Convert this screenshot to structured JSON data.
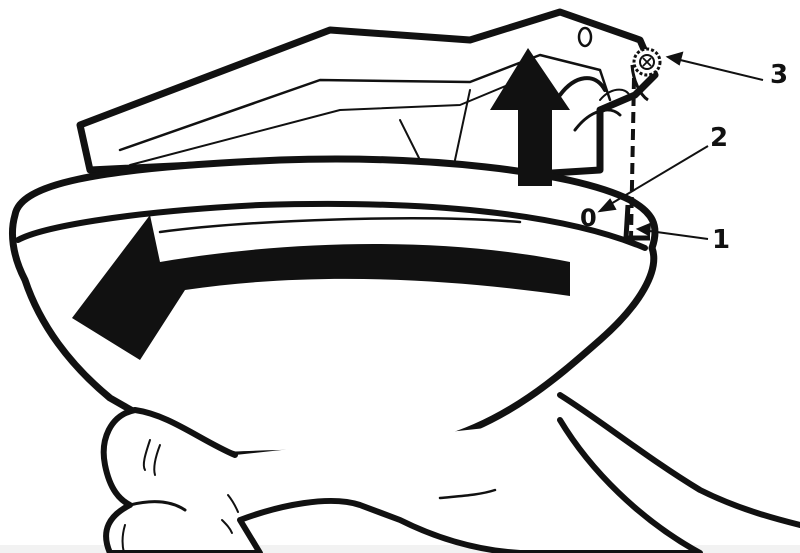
{
  "callouts": {
    "one": "1",
    "two": "2",
    "three": "3"
  },
  "alignment_mark": "0",
  "colors": {
    "ink": "#111111",
    "paper": "#ffffff",
    "bottom_strip": "#f2f2f2"
  },
  "icons": {
    "up_arrow": "arrow-up-icon",
    "rotate_arrow": "arrow-counterclockwise-icon"
  }
}
